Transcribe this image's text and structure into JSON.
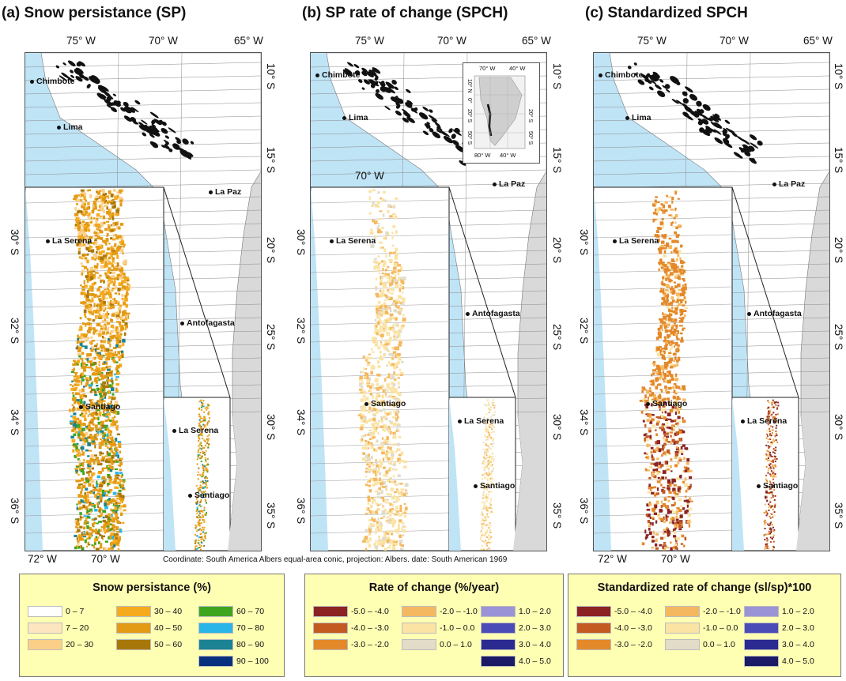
{
  "panels": [
    {
      "title": "(a) Snow persistance (SP)",
      "top_lon_ticks": [
        "75° W",
        "70° W",
        "65° W"
      ],
      "inset_lon_label": "",
      "inner_lat_ticks": [
        "30° S",
        "32° S",
        "34° S",
        "36° S"
      ],
      "outer_lat_ticks": [
        "10° S",
        "15° S",
        "20° S",
        "25° S",
        "30° S",
        "35° S"
      ],
      "bottom_lon_ticks": [
        "72° W",
        "70° W"
      ],
      "cities": [
        "Chimbote",
        "Lima",
        "La Paz",
        "La Serena",
        "Antofagasta",
        "Santiago",
        "La Serena",
        "Santiago"
      ]
    },
    {
      "title": "(b) SP rate of change (SPCH)",
      "top_lon_ticks": [
        "75° W",
        "70° W",
        "65° W"
      ],
      "inset_lon_label": "70° W",
      "inner_lat_ticks": [
        "30° S",
        "32° S",
        "34° S",
        "36° S"
      ],
      "outer_lat_ticks": [
        "10° S",
        "15° S",
        "20° S",
        "25° S",
        "30° S",
        "35° S"
      ],
      "bottom_lon_ticks": [],
      "cities": [
        "Chimbote",
        "Lima",
        "La Paz",
        "La Serena",
        "Antofagasta",
        "Santiago",
        "La Serena",
        "Santiago"
      ],
      "locator": {
        "top": [
          "70° W",
          "40° W"
        ],
        "bottom": [
          "80° W",
          "40° W"
        ],
        "left": [
          "10° N",
          "0°",
          "20° S",
          "50° S"
        ],
        "right": [
          "20° S",
          "50° S"
        ]
      }
    },
    {
      "title": "(c) Standardized SPCH",
      "top_lon_ticks": [
        "75° W",
        "70° W",
        "65° W"
      ],
      "inset_lon_label": "",
      "inner_lat_ticks": [
        "30° S",
        "32° S",
        "34° S",
        "36° S"
      ],
      "outer_lat_ticks": [
        "10° S",
        "15° S",
        "20° S",
        "25° S",
        "30° S",
        "35° S"
      ],
      "bottom_lon_ticks": [
        "72° W",
        "70° W"
      ],
      "cities": [
        "Chimbote",
        "Lima",
        "La Paz",
        "La Serena",
        "Antofagasta",
        "Santiago",
        "La Serena",
        "Santiago"
      ]
    }
  ],
  "coordinate_note": "Coordinate: South America Albers equal-area conic, projection: Albers. date: South American 1969",
  "legends": [
    {
      "title": "Snow persistance (%)",
      "items": [
        {
          "label": "0 –   7",
          "color": "#ffffff"
        },
        {
          "label": "7 – 20",
          "color": "#fde5c0"
        },
        {
          "label": "20 – 30",
          "color": "#fbcf88"
        },
        {
          "label": "30 – 40",
          "color": "#f6ab1e"
        },
        {
          "label": "40 – 50",
          "color": "#e39a14"
        },
        {
          "label": "50 – 60",
          "color": "#a8770a"
        },
        {
          "label": "60 – 70",
          "color": "#3ea51f"
        },
        {
          "label": "70 – 80",
          "color": "#2ab5e8"
        },
        {
          "label": "80 – 90",
          "color": "#1b8393"
        },
        {
          "label": "90 – 100",
          "color": "#08307e"
        }
      ]
    },
    {
      "title": "Rate of change (%/year)",
      "items": [
        {
          "label": "-5.0 – -4.0",
          "color": "#8b2323"
        },
        {
          "label": "-4.0 – -3.0",
          "color": "#c25a22"
        },
        {
          "label": "-3.0 – -2.0",
          "color": "#e3892a"
        },
        {
          "label": "-2.0 – -1.0",
          "color": "#f4b860"
        },
        {
          "label": "-1.0 – 0.0",
          "color": "#fbe3a4"
        },
        {
          "label": "0.0 – 1.0",
          "color": "#e2dcc8"
        },
        {
          "label": "1.0 – 2.0",
          "color": "#9a93d6"
        },
        {
          "label": "2.0 – 3.0",
          "color": "#4b4bb8"
        },
        {
          "label": "3.0 – 4.0",
          "color": "#2a2a91"
        },
        {
          "label": "4.0 – 5.0",
          "color": "#1a1a66"
        }
      ]
    },
    {
      "title": "Standardized rate of change (sl/sp)*100",
      "items": [
        {
          "label": "-5.0 – -4.0",
          "color": "#8b2323"
        },
        {
          "label": "-4.0 – -3.0",
          "color": "#c25a22"
        },
        {
          "label": "-3.0 – -2.0",
          "color": "#e3892a"
        },
        {
          "label": "-2.0 – -1.0",
          "color": "#f4b860"
        },
        {
          "label": "-1.0 – 0.0",
          "color": "#fbe3a4"
        },
        {
          "label": "0.0 – 1.0",
          "color": "#e2dcc8"
        },
        {
          "label": "1.0 – 2.0",
          "color": "#9a93d6"
        },
        {
          "label": "2.0 – 3.0",
          "color": "#4b4bb8"
        },
        {
          "label": "3.0 – 4.0",
          "color": "#2a2a91"
        },
        {
          "label": "4.0 – 5.0",
          "color": "#1a1a66"
        }
      ]
    }
  ],
  "colors": {
    "ocean": "#bfe4f6",
    "land": "#ffffff",
    "outside": "#d9d9d9",
    "glaciers": "#111111",
    "legend_bg": "#ffffb4"
  }
}
